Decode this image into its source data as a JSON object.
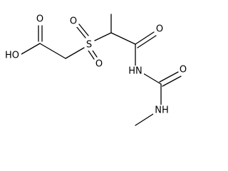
{
  "molecule": {
    "atoms": {
      "hydroxyl": "HO",
      "carbonyl_o_acid": "O",
      "sulfur": "S",
      "sulfonyl_o_top": "O",
      "sulfonyl_o_bottom": "O",
      "carbonyl_o_amide": "O",
      "imide_nh": "HN",
      "urea_o": "O",
      "methyl_nh": "NH"
    },
    "colors": {
      "bond": "#000000",
      "label": "#000000",
      "background": "#ffffff"
    }
  }
}
